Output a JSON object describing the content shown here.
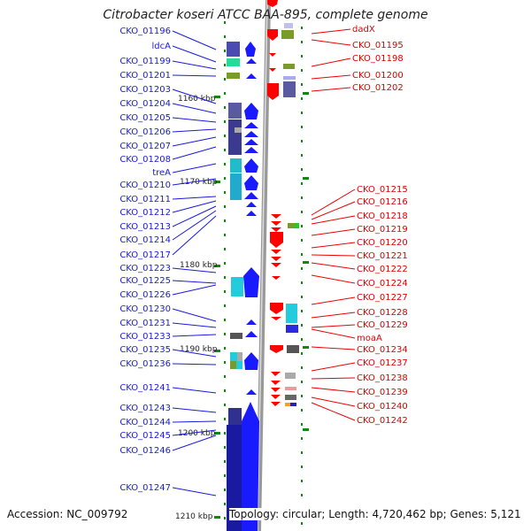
{
  "title": "Citrobacter koseri ATCC BAA-895, complete genome",
  "footer": {
    "accession": "Accession: NC_009792",
    "topology": "Topology: circular; Length: 4,720,462 bp; Genes: 5,121"
  },
  "ticks": [
    "1160 kbp",
    "1170 kbp",
    "1180 kbp",
    "1190 kbp",
    "1200 kbp",
    "1210 kbp"
  ],
  "left_labels": [
    "CKO_01196",
    "ldcA",
    "CKO_01199",
    "CKO_01201",
    "CKO_01203",
    "CKO_01204",
    "CKO_01205",
    "CKO_01206",
    "CKO_01207",
    "CKO_01208",
    "treA",
    "CKO_01210",
    "CKO_01211",
    "CKO_01212",
    "CKO_01213",
    "CKO_01214",
    "CKO_01217",
    "CKO_01223",
    "CKO_01225",
    "CKO_01226",
    "CKO_01230",
    "CKO_01231",
    "CKO_01233",
    "CKO_01235",
    "CKO_01236",
    "CKO_01241",
    "CKO_01243",
    "CKO_01244",
    "CKO_01245",
    "CKO_01246",
    "CKO_01247"
  ],
  "right_labels": [
    "dadX",
    "CKO_01195",
    "CKO_01198",
    "CKO_01200",
    "CKO_01202",
    "CKO_01215",
    "CKO_01216",
    "CKO_01218",
    "CKO_01219",
    "CKO_01220",
    "CKO_01221",
    "CKO_01222",
    "CKO_01224",
    "CKO_01227",
    "CKO_01228",
    "CKO_01229",
    "moaA",
    "CKO_01234",
    "CKO_01237",
    "CKO_01238",
    "CKO_01239",
    "CKO_01240",
    "CKO_01242"
  ],
  "colors": {
    "forward": "#1a1aff",
    "reverse": "#ff0000",
    "backbone": "#999999"
  }
}
